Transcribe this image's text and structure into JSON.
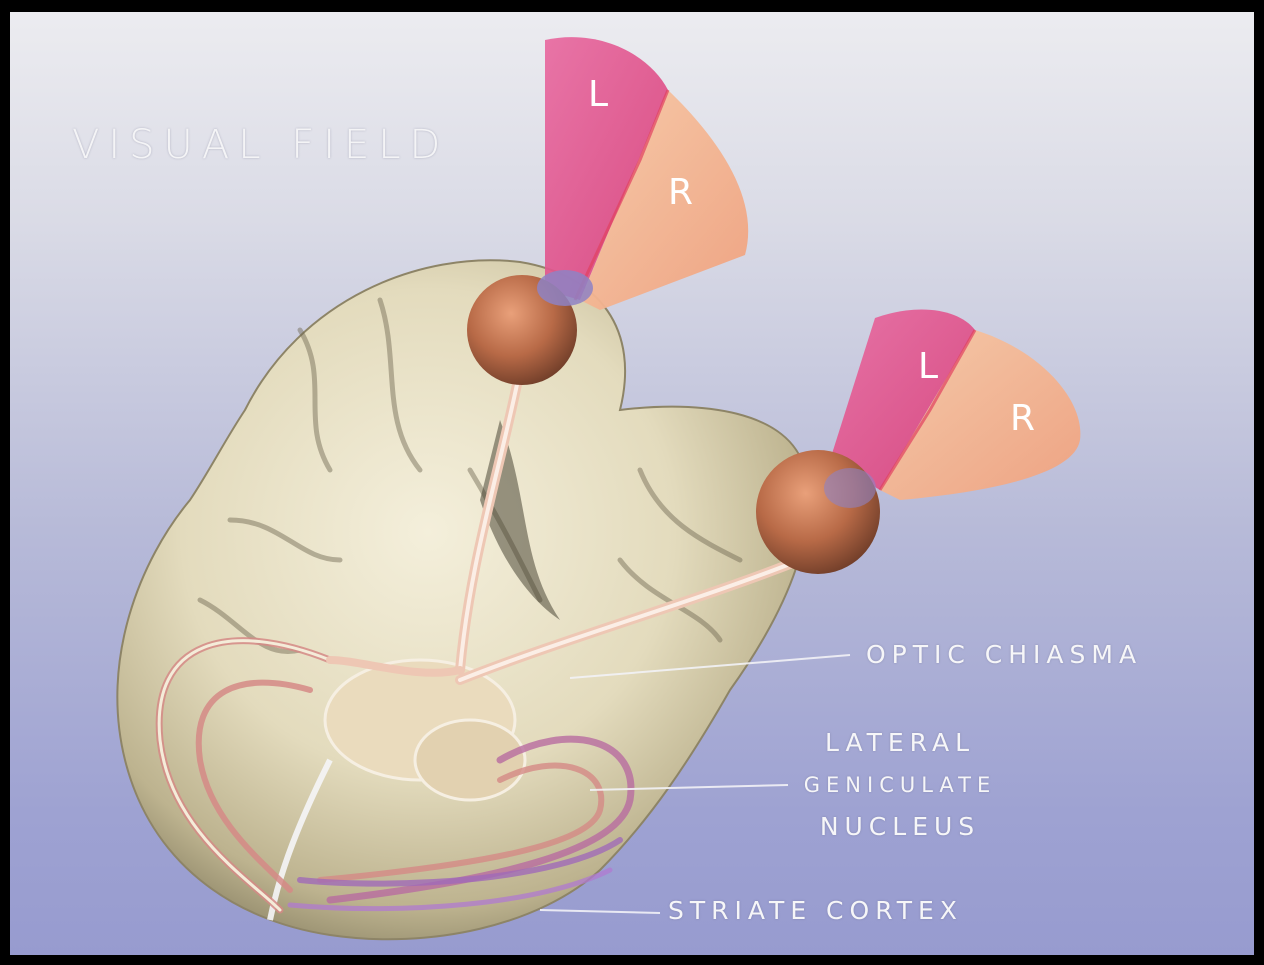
{
  "title": "Visual Field",
  "eye_labels": {
    "upper_left": "L",
    "upper_right": "R",
    "lower_left": "L",
    "lower_right": "R"
  },
  "callouts": {
    "optic_chiasma": "Optic Chiasma",
    "lgn_line1": "Lateral",
    "lgn_line2": "geniculate",
    "lgn_line3": "Nucleus",
    "striate_cortex": "Striate Cortex"
  },
  "colors": {
    "left_field": "#d9508a",
    "right_field": "#f3b28e",
    "brain": "#e6dfc4",
    "background_top": "#ececf0",
    "background_bottom": "#979bcf"
  }
}
